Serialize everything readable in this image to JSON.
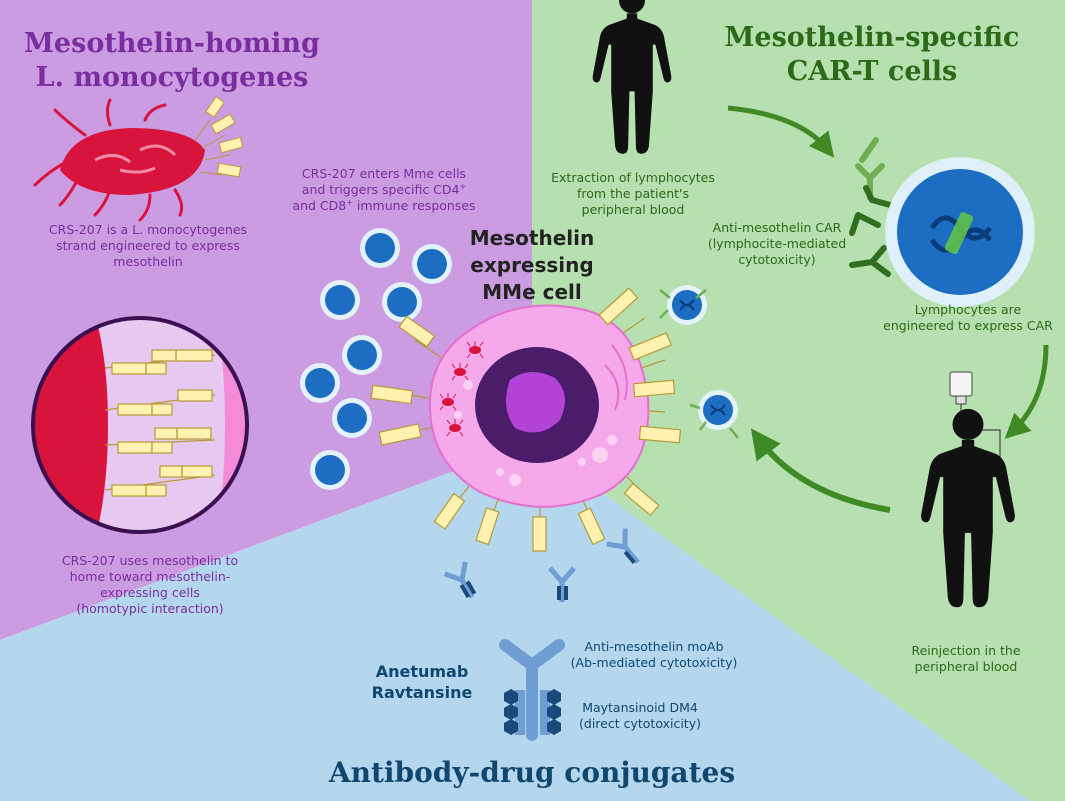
{
  "colors": {
    "purple_bg": "#cc9ce3",
    "green_bg": "#b7e0b0",
    "blue_bg": "#b5d7ee",
    "purple_text": "#7a2d9e",
    "green_text": "#2a6a18",
    "blue_text": "#10476e",
    "arrow_green": "#3f8a24",
    "cell_pink": "#f5a9ea",
    "nucleus": "#4a1c6a",
    "bacteria_red": "#d8143c",
    "antigen_yellow": "#fff1b0",
    "antibody_blue": "#6f9ed4",
    "drug_navy": "#1a4a7c"
  },
  "purple_section": {
    "title_line1": "Mesothelin-homing",
    "title_line2": "L. monocytogenes",
    "crs_desc": [
      "CRS-207 is a L. monocytogenes",
      "strand engineered to express",
      "mesothelin"
    ],
    "enters_desc_line1": "CRS-207 enters Mme cells",
    "enters_desc_line2": "and triggers specific CD4",
    "enters_desc_line2_sup": "+",
    "enters_desc_line3": "and CD8",
    "enters_desc_line3_sup": "+",
    "enters_desc_line3_end": " immune responses",
    "homing_desc": [
      "CRS-207 uses mesothelin to",
      "home toward mesothelin-",
      "expressing cells",
      "(homotypic interaction)"
    ],
    "bacteria_icon": "bacteria-icon",
    "zoom_icon": "membrane-zoom-icon"
  },
  "green_section": {
    "title_line1": "Mesothelin-specific",
    "title_line2": "CAR-T cells",
    "extraction_desc": [
      "Extraction of lymphocytes",
      "from the patient's",
      "peripheral blood"
    ],
    "car_desc": [
      "Anti-mesothelin CAR",
      "(lymphocite-mediated",
      "cytotoxicity)"
    ],
    "engineered_desc": [
      "Lymphocytes are",
      "engineered to express CAR"
    ],
    "reinjection_desc": [
      "Reinjection in the",
      "peripheral blood"
    ],
    "person_icon": "human-silhouette-icon",
    "iv_icon": "iv-bag-icon"
  },
  "blue_section": {
    "title": "Antibody-drug conjugates",
    "drug_name_line1": "Anetumab",
    "drug_name_line2": "Ravtansine",
    "moab_desc": [
      "Anti-mesothelin moAb",
      "(Ab-mediated cytotoxicity)"
    ],
    "dm4_desc": [
      "Maytansinoid DM4",
      "(direct cytotoxicity)"
    ],
    "antibody_icon": "antibody-icon"
  },
  "center": {
    "cell_label": [
      "Mesothelin",
      "expressing",
      "MMe cell"
    ],
    "cell_icon": "mesothelioma-cell-icon"
  }
}
